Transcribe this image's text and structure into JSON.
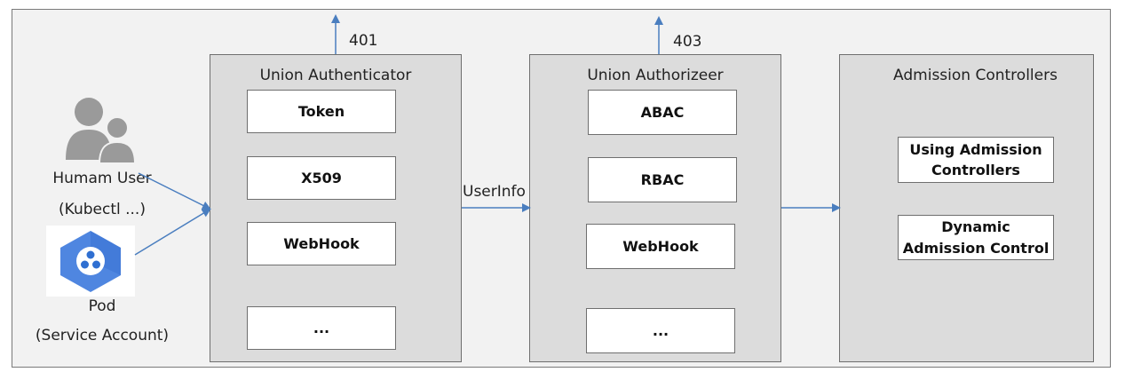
{
  "colors": {
    "arrow": "#4a7ebf",
    "stage_bg": "#dcdcdc",
    "frame_bg": "#f2f2f2",
    "pod_blue": "#2f6fd1"
  },
  "actors": {
    "human": {
      "icon": "users-icon",
      "line1": "Humam User",
      "line2": "(Kubectl ...)"
    },
    "pod": {
      "icon": "kubernetes-pod-icon",
      "line1": "Pod",
      "line2": "(Service Account)"
    }
  },
  "authenticator": {
    "title": "Union Authenticator",
    "status_code": "401",
    "items": [
      "Token",
      "X509",
      "WebHook",
      "..."
    ]
  },
  "flow_label": "UserInfo",
  "authorizer": {
    "title": "Union Authorizeer",
    "status_code": "403",
    "items": [
      "ABAC",
      "RBAC",
      "WebHook",
      "..."
    ]
  },
  "admission": {
    "title": "Admission Controllers",
    "items": [
      {
        "line1": "Using Admission",
        "line2": "Controllers"
      },
      {
        "line1": "Dynamic",
        "line2": "Admission Control"
      }
    ]
  }
}
